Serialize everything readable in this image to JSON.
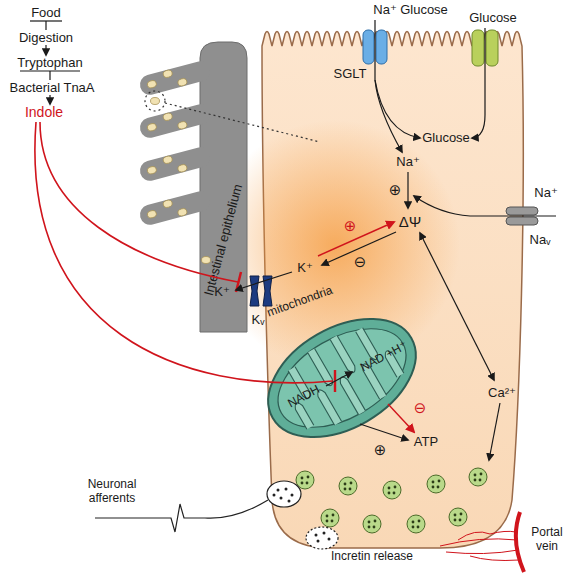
{
  "diagram": {
    "nodes": [
      {
        "text": [
          "Intestinal epithelium"
        ]
      },
      {
        "text": [
          "SGLT"
        ]
      },
      {
        "text": [
          "Naᵥ"
        ]
      },
      {
        "text": [
          "Kᵥ"
        ]
      },
      {
        "text": [
          "mitochondria",
          "NADH",
          "NAD +H⁺"
        ]
      }
    ],
    "labels": [
      "Food",
      "Digestion",
      "Tryptophan",
      "Bacterial TnaA",
      "Indole",
      "Na⁺",
      "Glucose",
      "Glucose",
      "Glucose",
      "Na⁺",
      "⊕",
      "Na⁺",
      "ΔΨ",
      "⊕",
      "K⁺",
      "⊖",
      "K⁺",
      "⊖",
      "⊕",
      "ATP",
      "Ca²⁺",
      "Neuronal afferents",
      "Incretin release",
      "Portal vein"
    ]
  }
}
